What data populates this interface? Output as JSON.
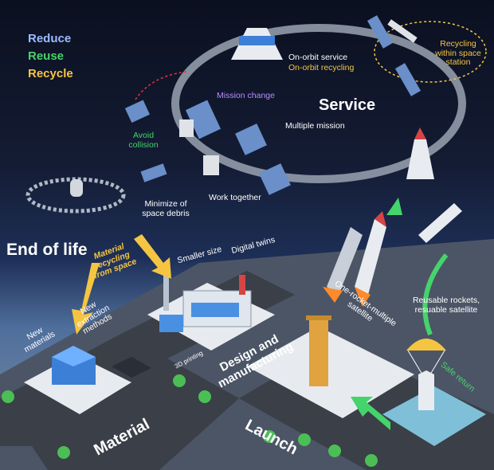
{
  "legend": {
    "reduce": "Reduce",
    "reuse": "Reuse",
    "recycle": "Recycle",
    "colors": {
      "reduce": "#9bbcff",
      "reuse": "#45d46b",
      "recycle": "#f5c542"
    }
  },
  "labels": {
    "service": "Service",
    "end_of_life": "End of life",
    "material": "Material",
    "launch": "Launch",
    "design_manufacturing": "Design and manufacturing",
    "on_orbit_service": "On-orbit service",
    "on_orbit_recycling": "On-orbit recycling",
    "recycling_station": "Recycling within space station",
    "mission_change": "Mission change",
    "multiple_mission": "Multiple mission",
    "avoid_collision": "Avoid collision",
    "work_together": "Work together",
    "minimize_debris": "Minimize of space debris",
    "material_recycling": "Material recycling from space",
    "smaller_size": "Smaller size",
    "digital_twins": "Digital twins",
    "one_rocket": "One-rocket-multiple satellite",
    "reusable": "Reusable rockets, resuable satellite",
    "safe_return": "Safe return",
    "new_materials": "New materials",
    "new_extraction": "New extraction methods",
    "ld_printing": "3D printing"
  }
}
